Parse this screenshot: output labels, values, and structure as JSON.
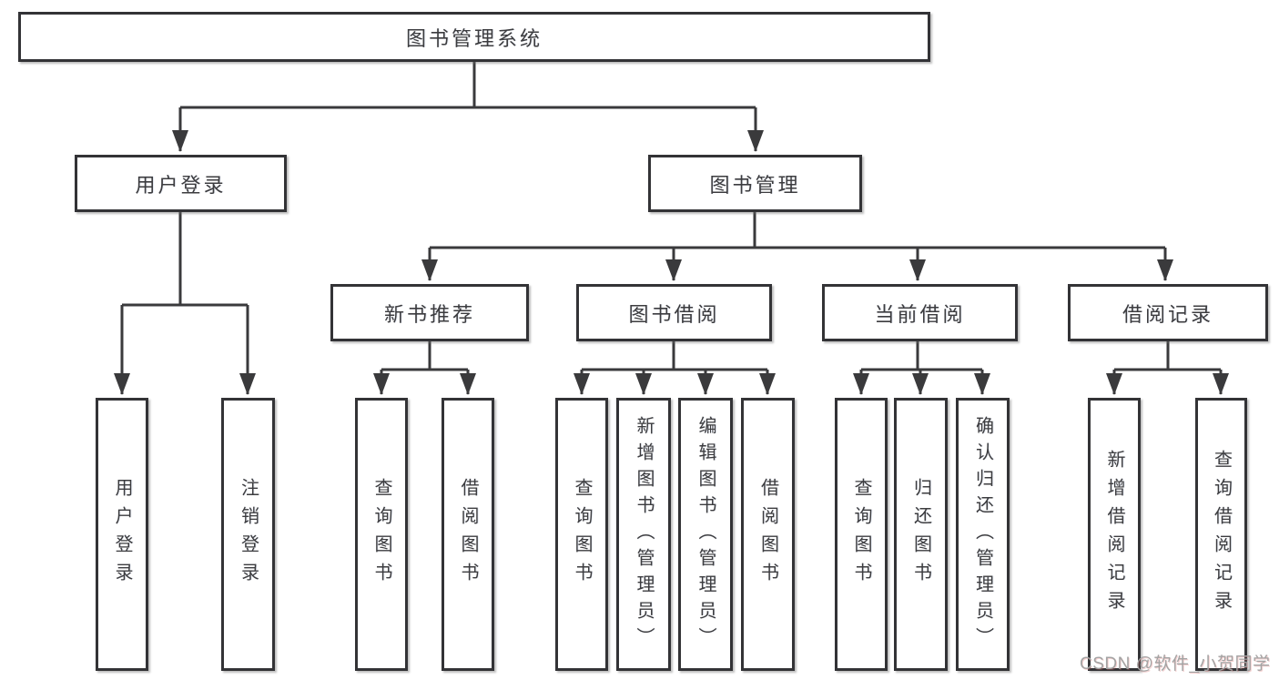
{
  "diagram": {
    "title": "图书管理系统",
    "watermark": "CSDN @软件_小贺同学",
    "colors": {
      "line": "#3a3a3c",
      "box_border": "#333336",
      "text": "#3c3c3f",
      "watermark": "#a3a3a3",
      "background": "#ffffff"
    },
    "nodes": {
      "root": "图书管理系统",
      "user_login": "用户登录",
      "book_mgmt": "图书管理",
      "new_book_rec": "新书推荐",
      "book_borrow": "图书借阅",
      "current_borrow": "当前借阅",
      "borrow_record": "借阅记录",
      "leaf_user_login": "用户登录",
      "leaf_logout": "注销登录",
      "leaf_rec_query": "查询图书",
      "leaf_rec_borrow": "借阅图书",
      "leaf_bb_query": "查询图书",
      "leaf_bb_add": "新增图书（管理员）",
      "leaf_bb_edit": "编辑图书（管理员）",
      "leaf_bb_borrow": "借阅图书",
      "leaf_cb_query": "查询图书",
      "leaf_cb_return": "归还图书",
      "leaf_cb_confirm": "确认归还（管理员）",
      "leaf_br_add": "新增借阅记录",
      "leaf_br_query": "查询借阅记录"
    },
    "hierarchy": {
      "图书管理系统": {
        "用户登录": [
          "用户登录",
          "注销登录"
        ],
        "图书管理": {
          "新书推荐": [
            "查询图书",
            "借阅图书"
          ],
          "图书借阅": [
            "查询图书",
            "新增图书（管理员）",
            "编辑图书（管理员）",
            "借阅图书"
          ],
          "当前借阅": [
            "查询图书",
            "归还图书",
            "确认归还（管理员）"
          ],
          "借阅记录": [
            "新增借阅记录",
            "查询借阅记录"
          ]
        }
      }
    }
  }
}
